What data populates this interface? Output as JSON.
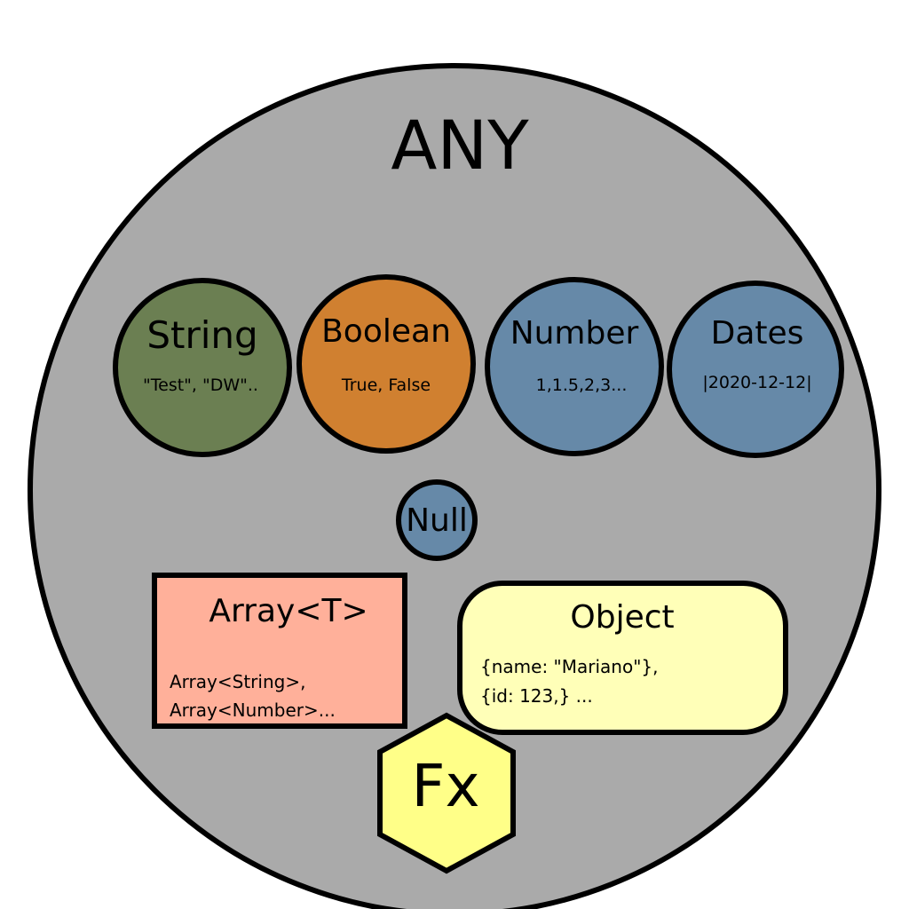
{
  "diagram": {
    "title": "ANY",
    "types": {
      "string": {
        "label": "String",
        "example": "\"Test\", \"DW\".."
      },
      "boolean": {
        "label": "Boolean",
        "example": "True, False"
      },
      "number": {
        "label": "Number",
        "example": "1,1.5,2,3..."
      },
      "dates": {
        "label": "Dates",
        "example": "|2020-12-12|"
      },
      "null": {
        "label": "Null"
      },
      "array": {
        "label": "Array<T>",
        "example_line1": "Array<String>,",
        "example_line2": "Array<Number>..."
      },
      "object": {
        "label": "Object",
        "example_line1": "{name: \"Mariano\"},",
        "example_line2": "{id: 123,} ..."
      },
      "function": {
        "label": "Fx"
      }
    },
    "colors": {
      "any_fill": "#aaaaaa",
      "string_fill": "#6b7f52",
      "boolean_fill": "#d08030",
      "number_fill": "#6689a8",
      "dates_fill": "#6689a8",
      "null_fill": "#6689a8",
      "array_fill": "#ffb09a",
      "object_fill": "#ffffb8",
      "function_fill": "#ffff88",
      "stroke": "#000000"
    }
  }
}
